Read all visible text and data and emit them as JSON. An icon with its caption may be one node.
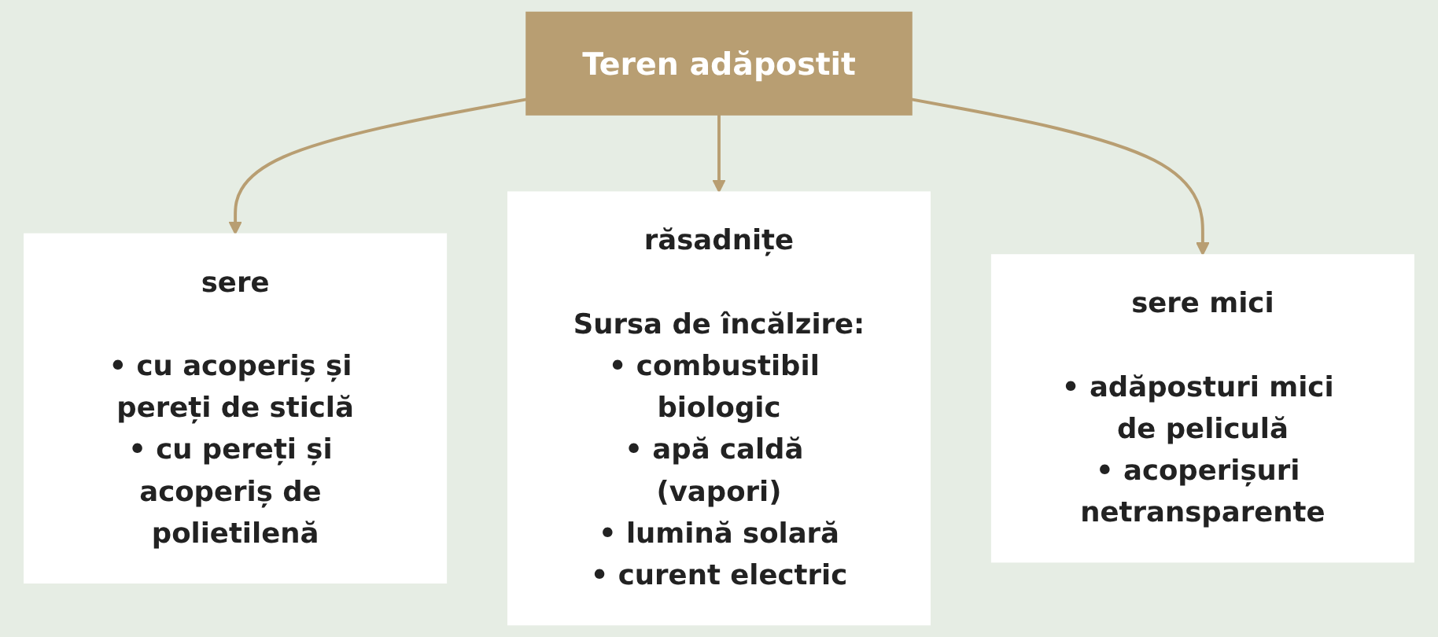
{
  "diagram": {
    "nodes": [
      {
        "text": [
          "Teren adăpostit"
        ]
      },
      {
        "text": [
          "sere",
          "• cu acoperiș și pereți de sticlă",
          "• cu pereți și acoperiș de polietilenă"
        ]
      },
      {
        "text": [
          "răsadnițe",
          "Sursa de încălzire:",
          "• combustibil biologic",
          "• apă caldă (vapori)",
          "• lumină solară",
          "• curent electric"
        ]
      },
      {
        "text": [
          "sere mici",
          "• adăposturi mici de peliculă",
          "• acoperișuri netransparente"
        ]
      }
    ],
    "edges": [
      {
        "from": 0,
        "to": 1,
        "arrow": "to"
      },
      {
        "from": 0,
        "to": 2,
        "arrow": "to"
      },
      {
        "from": 0,
        "to": 3,
        "arrow": "to"
      }
    ]
  }
}
